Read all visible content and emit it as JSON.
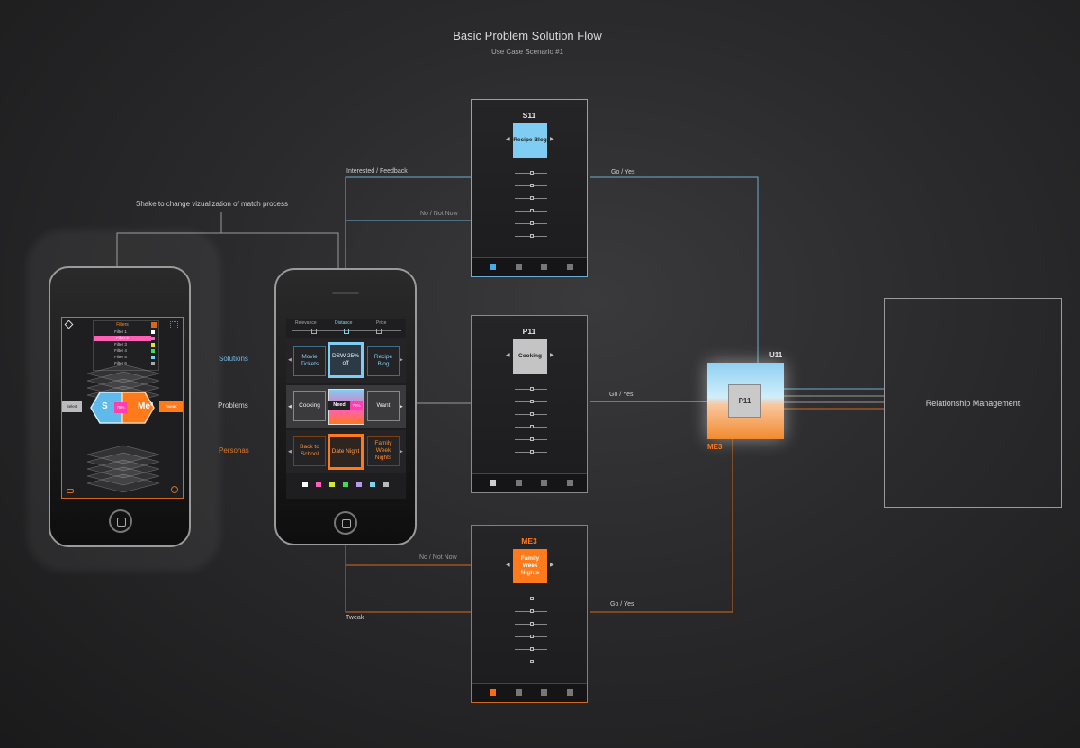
{
  "header": {
    "title": "Basic Problem Solution Flow",
    "subtitle": "Use Case Scenario #1"
  },
  "annotations": {
    "shake": "Shake to change vizualization of match process",
    "interested": "Interested / Feedback",
    "no_top": "No / Not Now",
    "go_top": "Go / Yes",
    "go_mid": "Go / Yes",
    "no_bottom": "No / Not Now",
    "tweak": "Tweak",
    "go_bottom": "Go / Yes"
  },
  "row_labels": {
    "solutions": "Solutions",
    "problems": "Problems",
    "personas": "Personas"
  },
  "left_phone": {
    "filters_header": "Filters",
    "filters": [
      "Filter 1",
      "Filter 2",
      "Filter 3",
      "Filter 4",
      "Filter 5",
      "Filter 6"
    ],
    "select": "Select",
    "tweak": "Tweak",
    "s_label": "S",
    "me_label": "Me³",
    "percent": "75%"
  },
  "center_phone": {
    "sort_labels": [
      "Relevance",
      "Distance",
      "Price"
    ],
    "solutions": [
      "Movie Tickets",
      "DSW 25% off",
      "Recipe Blog"
    ],
    "problems": [
      "Cooking",
      "Need",
      "Want"
    ],
    "problem_percent": "75%",
    "personas": [
      "Back to School",
      "Date Night",
      "Family Week Nights"
    ],
    "dot_colors": [
      "#ffffff",
      "#ff5fb4",
      "#d6e632",
      "#3ddc5a",
      "#b89ae8",
      "#7fd3ef",
      "#bbbbbb"
    ]
  },
  "screens": {
    "s11": {
      "title": "S11",
      "tile": "Recipe Blog",
      "color": "#7fcdf2"
    },
    "p11": {
      "title": "P11",
      "tile": "Cooking",
      "color": "#c4c4c4"
    },
    "me3": {
      "title": "ME3",
      "tile": "Family Week Nights",
      "color": "#ff7a1a"
    }
  },
  "match": {
    "u11": "U11",
    "p11": "P11",
    "me3": "ME3"
  },
  "relationship": "Relationship Management",
  "colors": {
    "blue": "#6aaed0",
    "orange": "#d36a1e",
    "gray": "#9a9a9a"
  }
}
